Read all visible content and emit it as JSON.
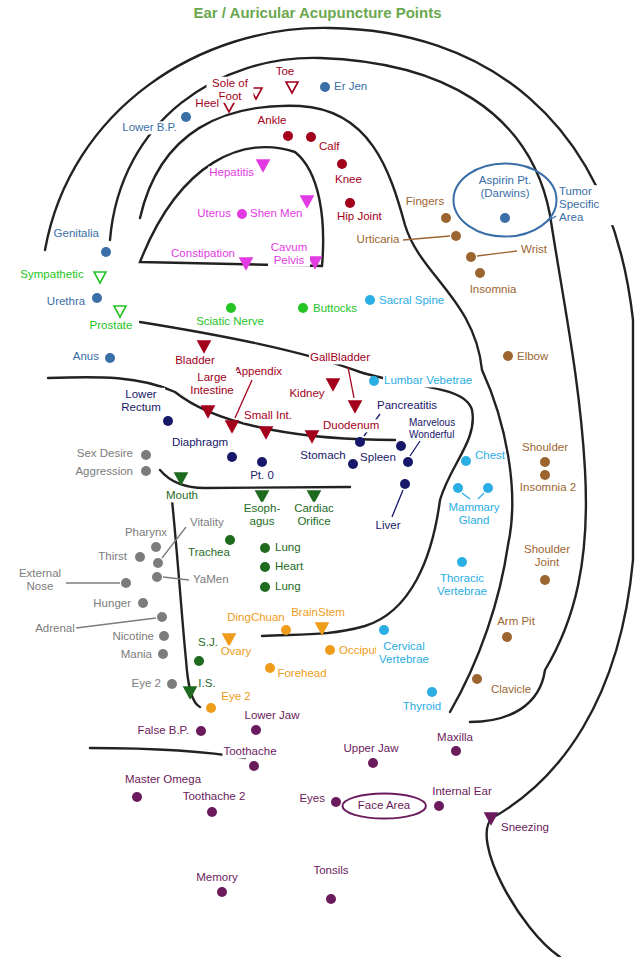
{
  "diagram": {
    "title": "Ear / Auricular Acupuncture Points",
    "nodes": [
      {
        "text": [
          "Aspirin Pt. (Darwins)"
        ]
      },
      {
        "text": [
          "Face Area"
        ]
      }
    ],
    "labels": [
      "Sole of Foot",
      "Toe",
      "Er Jen",
      "Heel",
      "Lower B.P.",
      "Ankle",
      "Calf",
      "Hepatitis",
      "Knee",
      "Tumor Specific Area",
      "Uterus",
      "Shen Men",
      "Hip Joint",
      "Fingers",
      "Urticaria",
      "Wrist",
      "Insomnia",
      "Genitalia",
      "Constipation",
      "Cavum Pelvis",
      "Sympathetic",
      "Urethra",
      "Prostate",
      "Sciatic Nerve",
      "Buttocks",
      "Sacral Spine",
      "Anus",
      "Bladder",
      "GallBladder",
      "Kidney",
      "Appendix",
      "Large Intestine",
      "Small Int.",
      "Lower Rectum",
      "Lumbar Vebetrae",
      "Pancreatitis",
      "Duodenum",
      "Marvelous Wonderful",
      "Diaphragm",
      "Stomach",
      "Spleen",
      "Pt. 0",
      "Chest",
      "Liver",
      "Elbow",
      "Shoulder",
      "Insomnia 2",
      "Sex Desire",
      "Aggression",
      "Mouth",
      "Esoph- agus",
      "Cardiac Orifice",
      "Mammary Gland",
      "Pharynx",
      "Vitality",
      "Trachea",
      "Lung",
      "Heart",
      "Lung",
      "Thirst",
      "External Nose",
      "YaMen",
      "Thoracic Vertebrae",
      "Shoulder Joint",
      "Hunger",
      "DingChuan",
      "BrainStem",
      "Adrenal",
      "Nicotine",
      "S.J.",
      "Ovary",
      "Occiput",
      "Mania",
      "Cervical Vertebrae",
      "Arm Pit",
      "Forehead",
      "Eye 2",
      "I.S.",
      "Clavicle",
      "Eye 2",
      "Thyroid",
      "Lower Jaw",
      "Maxilla",
      "False B.P.",
      "Upper Jaw",
      "Toothache",
      "Master Omega",
      "Internal Ear",
      "Eyes",
      "Toothache 2",
      "Sneezing",
      "Tonsils",
      "Memory"
    ]
  }
}
